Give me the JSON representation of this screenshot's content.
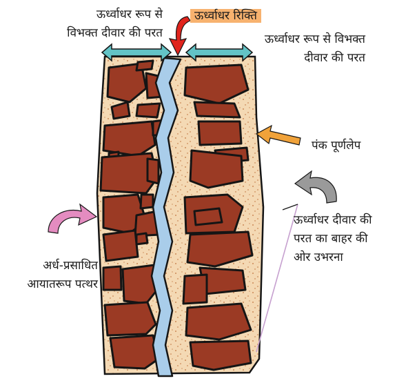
{
  "labels": {
    "left_wall_leaf": [
      "ऊर्ध्वाधर रूप से",
      "विभक्त दीवार की परत"
    ],
    "vertical_gap": "ऊर्ध्वाधर रिक्ति",
    "right_wall_leaf": [
      "ऊर्ध्वाधर रूप से विभक्त",
      "दीवार की परत"
    ],
    "mud_plaster": "पंक पूर्णलेप",
    "bulging": [
      "ऊर्ध्वाधर दीवार की",
      "परत का बाहर की",
      "ओर उभरना"
    ],
    "stones": [
      "अर्ध-प्रसाधित",
      "आयातरूप पत्थर"
    ]
  },
  "colors": {
    "stone": "#9b3a24",
    "mortar": "#f4d9b4",
    "crack": "#a9cdea",
    "outline": "#151515",
    "width_arrow": "#63c3c6",
    "red_arrow": "#e0241d",
    "orange_arrow": "#f0a23a",
    "pink_arrow": "#e48cc0",
    "gray_arrow": "#9a9a9a",
    "label_highlight": "#f7b26f"
  }
}
